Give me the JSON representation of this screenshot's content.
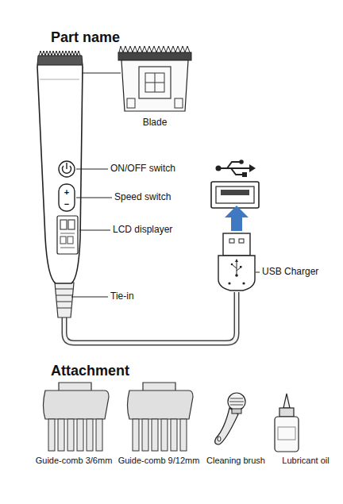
{
  "diagram": {
    "title": "Part name",
    "labels": [
      "Blade",
      "ON/OFF switch",
      "+",
      "−",
      "Speed switch",
      "LCD displayer",
      "USB Charger",
      "Tie-in",
      "Attachment",
      "Guide-comb 3/6mm",
      "Guide-comb 9/12mm",
      "Cleaning brush",
      "Lubricant oil"
    ]
  }
}
